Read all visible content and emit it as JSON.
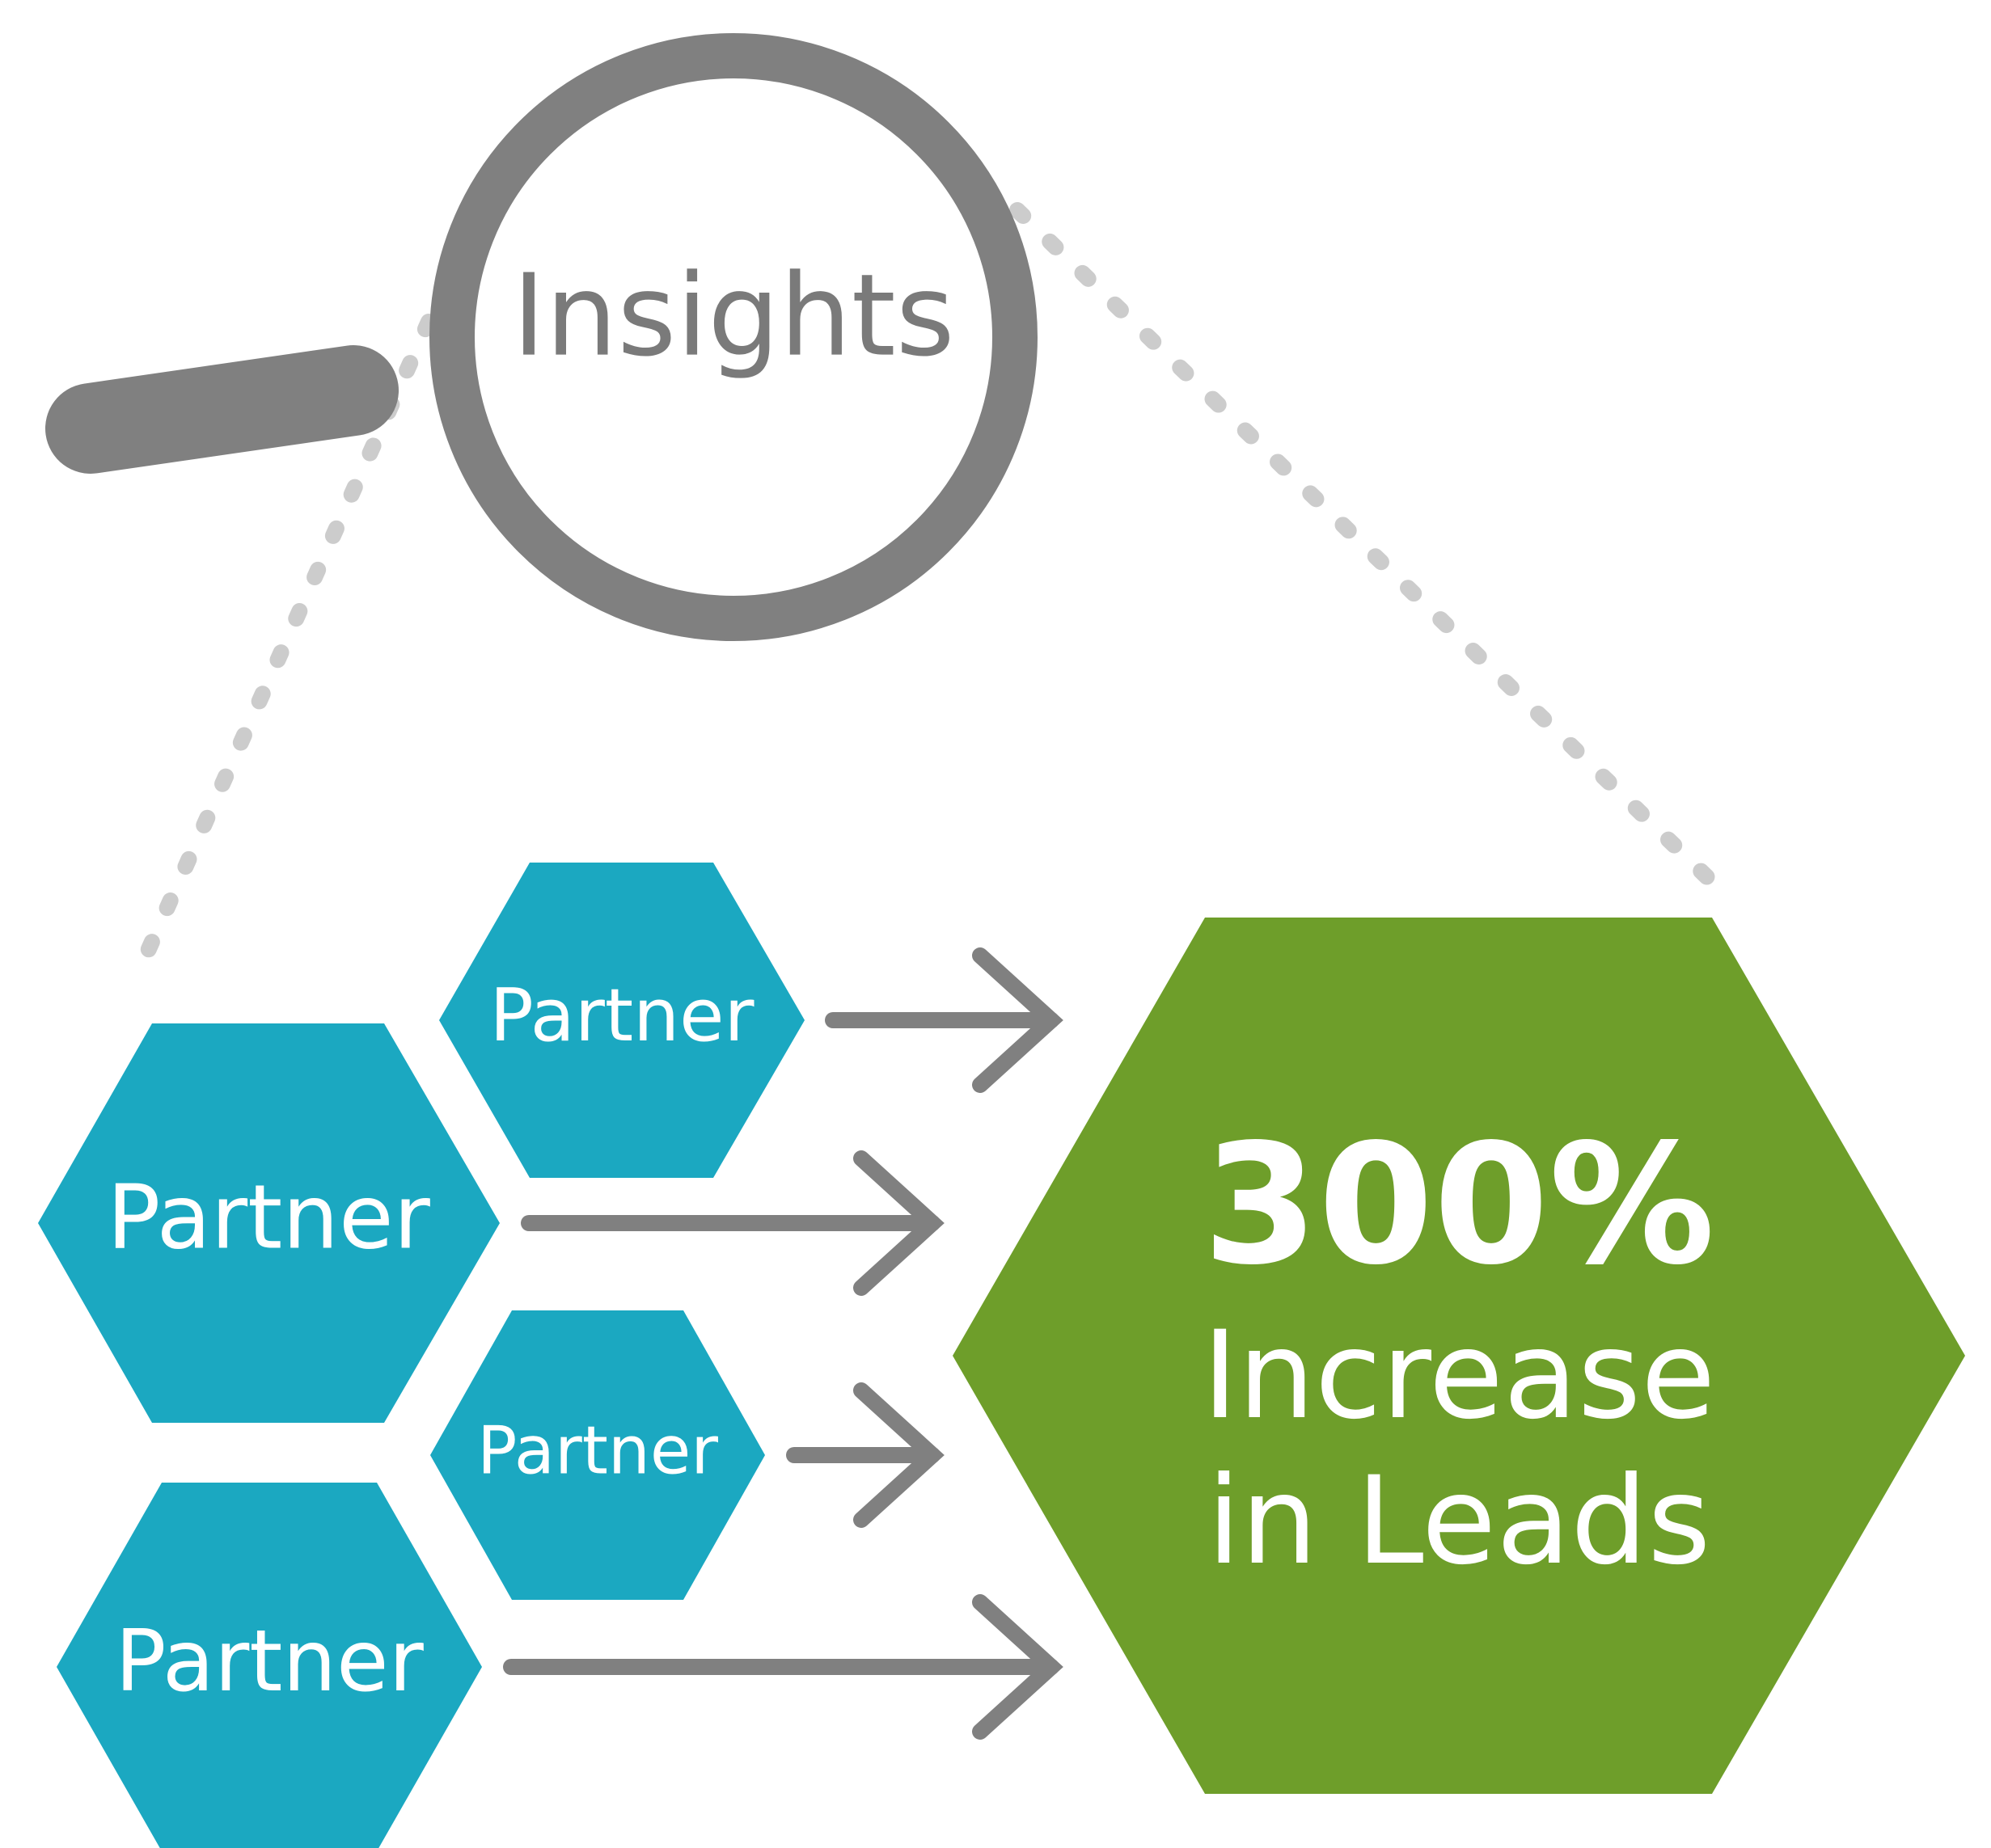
{
  "insights": {
    "label": "Insights"
  },
  "partners": [
    {
      "label": "Partner"
    },
    {
      "label": "Partner"
    },
    {
      "label": "Partner"
    },
    {
      "label": "Partner"
    }
  ],
  "result": {
    "value": "300%",
    "line1": "Increase",
    "line2": "in Leads"
  },
  "colors": {
    "partner_fill": "#1ba8c1",
    "result_fill": "#6e9e2a",
    "lens_ring": "#808080",
    "handle": "#808080",
    "arrow": "#808080",
    "dotted_line": "#cccccc",
    "insights_text": "#7a7a7a",
    "hex_text": "#ffffff"
  },
  "icons": {
    "magnifier": "magnifying-glass-icon",
    "arrow": "right-arrow-icon"
  }
}
